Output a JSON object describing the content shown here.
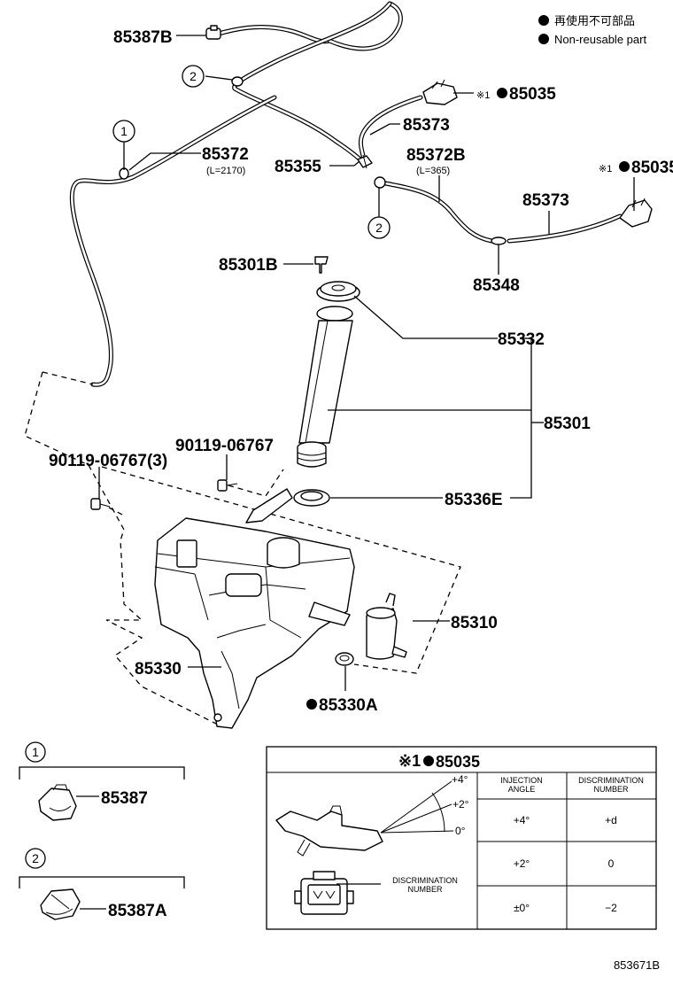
{
  "legend": {
    "line_jp": "再使用不可部品",
    "line_en": "Non-reusable part"
  },
  "labels": {
    "p85387B": "85387B",
    "p85372": "85372",
    "p85372_len": "(L=2170)",
    "p85373_top": "85373",
    "p85035_top": "85035",
    "p85355": "85355",
    "p85372B": "85372B",
    "p85372B_len": "(L=365)",
    "p85035_right": "85035",
    "p85373_right": "85373",
    "p85348": "85348",
    "p85301B": "85301B",
    "p85332": "85332",
    "p85301": "85301",
    "p90119_a": "90119-06767",
    "p90119_b": "90119-06767(3)",
    "p85336E": "85336E",
    "p85310": "85310",
    "p85330": "85330",
    "p85330A": "85330A",
    "note_mark": "※1",
    "callout_1": "1",
    "callout_2": "2"
  },
  "details": {
    "d1_number": "1",
    "d1_part": "85387",
    "d2_number": "2",
    "d2_part": "85387A"
  },
  "nozzle_table": {
    "title_part": "85035",
    "angle_labels": [
      "+4°",
      "+2°",
      "0°"
    ],
    "discrim_label_line1": "DISCRIMINATION",
    "discrim_label_line2": "NUMBER",
    "col1_line1": "INJECTION",
    "col1_line2": "ANGLE",
    "col2_line1": "DISCRIMINATION",
    "col2_line2": "NUMBER",
    "rows": [
      {
        "angle": "+4°",
        "number": "+d"
      },
      {
        "angle": "+2°",
        "number": "0"
      },
      {
        "angle": "±0°",
        "number": "−2"
      }
    ]
  },
  "figure_id": "853671B"
}
